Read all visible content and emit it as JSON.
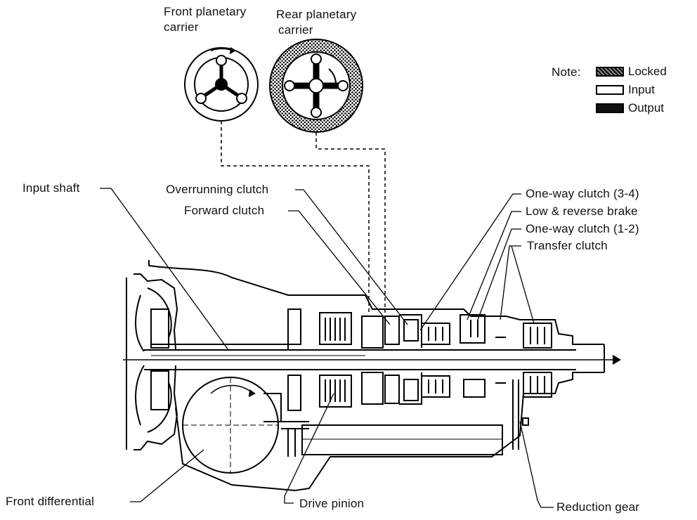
{
  "carriers": {
    "front": {
      "line1": "Front planetary",
      "line2": "carrier"
    },
    "rear": {
      "line1": "Rear planetary",
      "line2": "carrier"
    }
  },
  "legend": {
    "title": "Note:",
    "items": [
      {
        "label": "Locked",
        "fill": "#555555",
        "pattern": "hatched"
      },
      {
        "label": "Input",
        "fill": "#ffffff",
        "pattern": "none"
      },
      {
        "label": "Output",
        "fill": "#111111",
        "pattern": "solid"
      }
    ]
  },
  "labels": {
    "input_shaft": "Input shaft",
    "overrunning_clutch": "Overrunning clutch",
    "forward_clutch": "Forward clutch",
    "one_way_clutch_34": "One-way clutch (3-4)",
    "low_reverse_brake": "Low & reverse brake",
    "one_way_clutch_12": "One-way clutch (1-2)",
    "transfer_clutch": "Transfer clutch",
    "front_differential": "Front differential",
    "drive_pinion": "Drive pinion",
    "reduction_gear": "Reduction gear"
  }
}
